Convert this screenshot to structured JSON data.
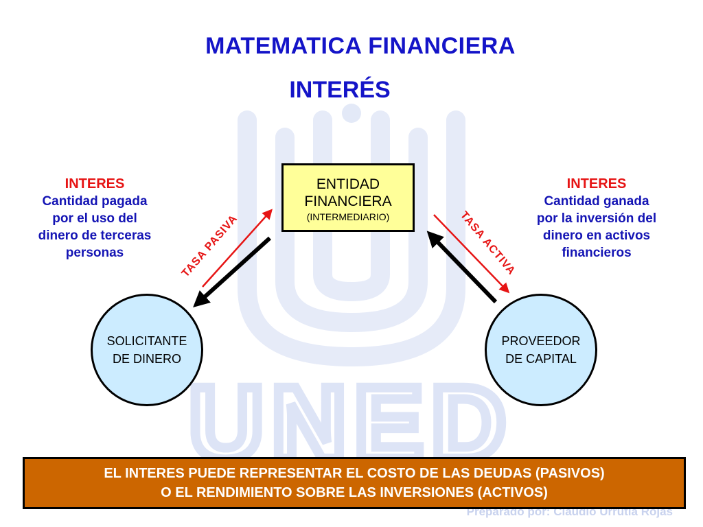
{
  "header": {
    "title": "MATEMATICA FINANCIERA",
    "subtitle": "INTERÉS"
  },
  "watermark": {
    "logo_text": "UNED"
  },
  "diagram": {
    "entity": {
      "line1": "ENTIDAD",
      "line2": "FINANCIERA",
      "line3": "(INTERMEDIARIO)"
    },
    "left_note": {
      "heading": "INTERES",
      "lines": [
        "Cantidad pagada",
        "por el uso del",
        "dinero de terceras",
        "personas"
      ]
    },
    "right_note": {
      "heading": "INTERES",
      "lines": [
        "Cantidad ganada",
        "por la inversión del",
        "dinero en activos",
        "financieros"
      ]
    },
    "left_node": {
      "line1": "SOLICITANTE",
      "line2": "DE DINERO"
    },
    "right_node": {
      "line1": "PROVEEDOR",
      "line2": "DE CAPITAL"
    },
    "left_rate": "TASA PASIVA",
    "right_rate": "TASA ACTIVA"
  },
  "footer": {
    "line1": "EL INTERES PUEDE REPRESENTAR EL COSTO DE LAS DEUDAS (PASIVOS)",
    "line2": "O EL RENDIMIENTO SOBRE LAS INVERSIONES (ACTIVOS)"
  },
  "credit": "Preparado por:  Claudio Urrutia Rojas",
  "colors": {
    "title": "#1414c8",
    "accent_red": "#e61414",
    "entity_fill": "#ffff99",
    "node_fill": "#ccecff",
    "footer_fill": "#cc6600",
    "watermark": "#dfe6f7"
  }
}
